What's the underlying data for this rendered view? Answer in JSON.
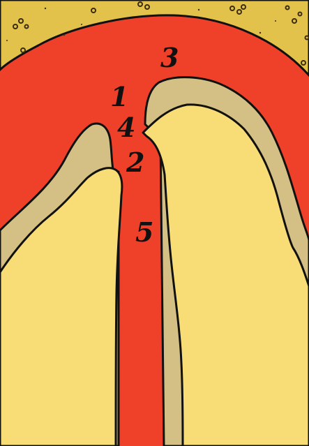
{
  "diagram": {
    "labels": [
      "1",
      "2",
      "3",
      "4",
      "5"
    ]
  },
  "colors": {
    "top_layer": "#e2c24a",
    "red_region": "#ef4129",
    "tan_layer": "#d4c084",
    "yellow_region": "#f8dd77",
    "outline": "#111111",
    "dots": "#3a2d10"
  }
}
